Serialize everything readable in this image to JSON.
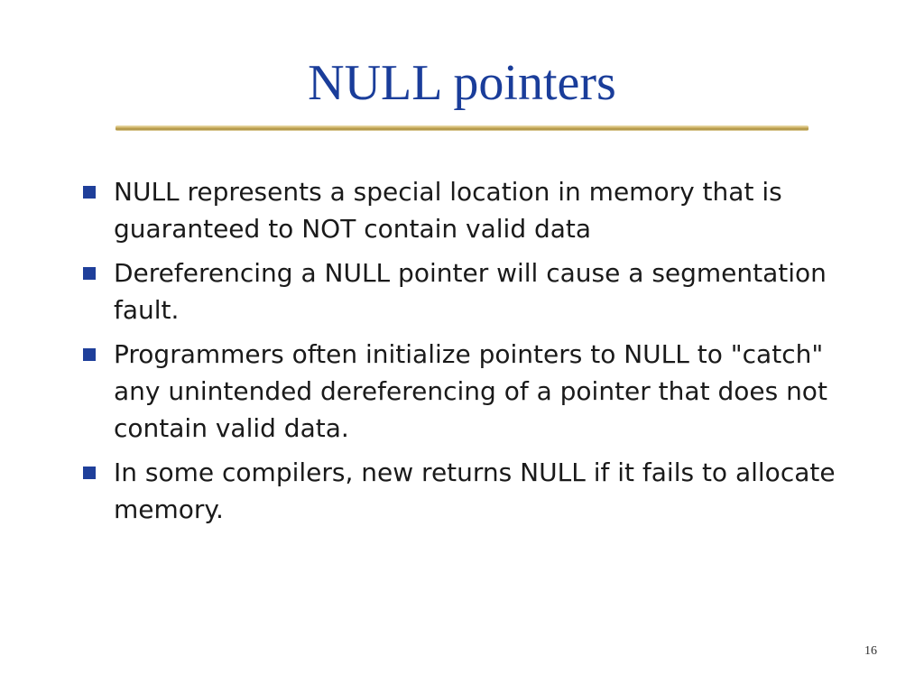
{
  "slide": {
    "title": "NULL pointers",
    "bullets": [
      "NULL represents a special location in memory that is guaranteed to NOT contain valid data",
      "Dereferencing a NULL pointer will cause a segmentation fault.",
      "Programmers often initialize pointers to NULL to \"catch\" any unintended dereferencing of a pointer that does not contain valid data.",
      "In some compilers, new returns NULL if it fails to allocate memory."
    ],
    "page_number": "16"
  },
  "colors": {
    "title": "#1a3d9a",
    "bullet_marker": "#1f3f9a",
    "rule": "#c9ad5e"
  }
}
